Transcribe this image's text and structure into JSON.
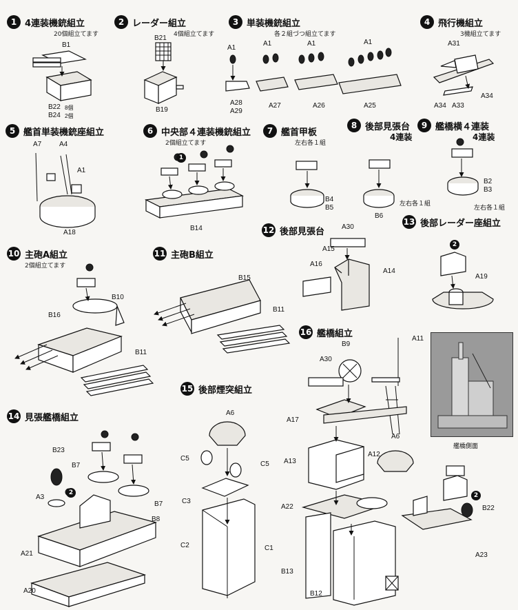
{
  "steps": [
    {
      "num": "1",
      "title": "4連装機銃組立",
      "note": "20個組立てます"
    },
    {
      "num": "2",
      "title": "レーダー組立",
      "note": "4個組立てます"
    },
    {
      "num": "3",
      "title": "単装機銃組立",
      "note": "各２組づつ組立てます"
    },
    {
      "num": "4",
      "title": "飛行機組立",
      "note": "3機組立てます"
    },
    {
      "num": "5",
      "title": "艦首単装機銃座組立",
      "note": ""
    },
    {
      "num": "6",
      "title": "中央部４連装機銃組立",
      "note": "2個組立てます"
    },
    {
      "num": "7",
      "title": "艦首甲板",
      "note": "左右各１組"
    },
    {
      "num": "8",
      "title": "後部見張台",
      "title2": "4連装",
      "note": "左右各１組"
    },
    {
      "num": "9",
      "title": "艦橋横４連装",
      "title2": "4連装",
      "note": "左右各１組"
    },
    {
      "num": "10",
      "title": "主砲A組立",
      "note": "2個組立てます"
    },
    {
      "num": "11",
      "title": "主砲B組立",
      "note": ""
    },
    {
      "num": "12",
      "title": "後部見張台",
      "note": ""
    },
    {
      "num": "13",
      "title": "後部レーダー座組立",
      "note": ""
    },
    {
      "num": "14",
      "title": "見張艦橋組立",
      "note": ""
    },
    {
      "num": "15",
      "title": "後部煙突組立",
      "note": ""
    },
    {
      "num": "16",
      "title": "艦橋組立",
      "note": ""
    }
  ],
  "labels": {
    "b1": "B1",
    "b22": "B22",
    "b22_note": "8個",
    "b24": "B24",
    "b24_note": "2個",
    "b21": "B21",
    "b19": "B19",
    "a1a": "A1",
    "a1b": "A1",
    "a1c": "A1",
    "a1d": "A1",
    "a28": "A28",
    "a29": "A29",
    "a27": "A27",
    "a26": "A26",
    "a25": "A25",
    "a31": "A31",
    "a34a": "A34",
    "a33": "A33",
    "a34b": "A34",
    "a7": "A7",
    "a4": "A4",
    "a1e": "A1",
    "a18": "A18",
    "b14": "B14",
    "b4": "B4",
    "b5": "B5",
    "b6": "B6",
    "b2": "B2",
    "b3": "B3",
    "b10": "B10",
    "b16": "B16",
    "b11a": "B11",
    "b15": "B15",
    "b11b": "B11",
    "a30a": "A30",
    "a15": "A15",
    "a16": "A16",
    "a14": "A14",
    "a19": "A19",
    "b23": "B23",
    "b7a": "B7",
    "a3": "A3",
    "b7b": "B7",
    "b8": "B8",
    "a21": "A21",
    "a20": "A20",
    "a6a": "A6",
    "c5a": "C5",
    "c5b": "C5",
    "c3": "C3",
    "c2": "C2",
    "c1": "C1",
    "b9": "B9",
    "a11": "A11",
    "a30b": "A30",
    "a17": "A17",
    "a13": "A13",
    "a12": "A12",
    "a6b": "A6",
    "a22": "A22",
    "b13": "B13",
    "b12": "B12",
    "b22b": "B22",
    "a23": "A23"
  },
  "callouts": {
    "one": "1",
    "two": "2"
  },
  "photo_caption": "艦橋側面"
}
